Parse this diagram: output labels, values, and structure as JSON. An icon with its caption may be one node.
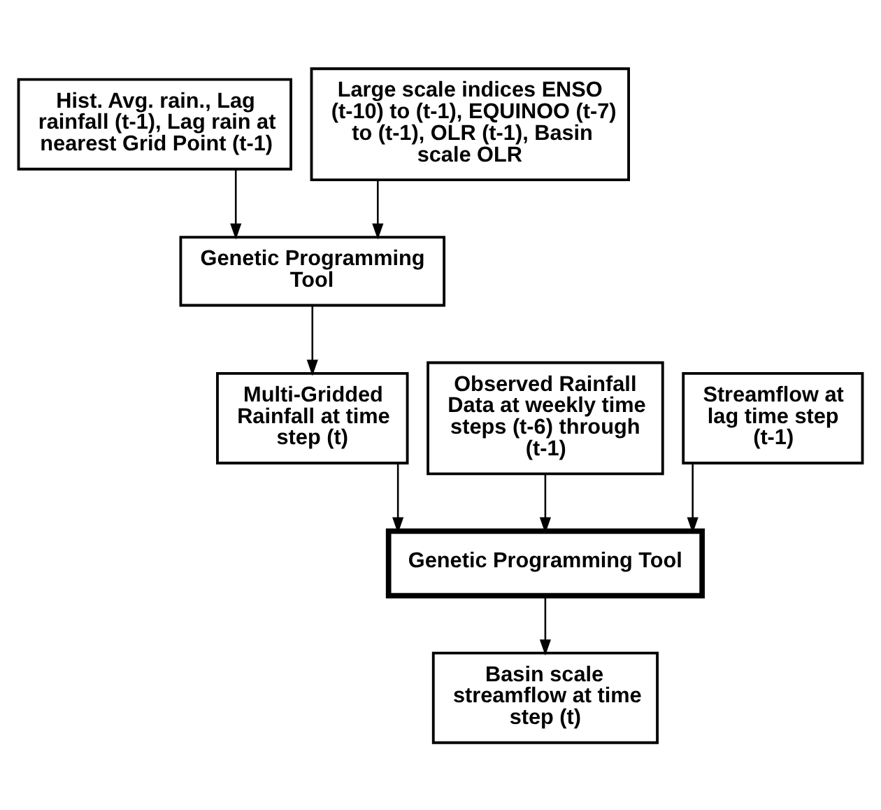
{
  "diagram": {
    "nodes": [
      {
        "text": [
          "Hist. Avg. rain., Lag rainfall (t-1), Lag rain at nearest Grid Point (t-1)"
        ]
      },
      {
        "text": [
          "Large scale indices ENSO (t-10) to (t-1), EQUINOO (t-7) to (t-1), OLR (t-1), Basin scale OLR"
        ]
      },
      {
        "text": [
          "Genetic Programming Tool"
        ]
      },
      {
        "text": [
          "Observed Rainfall Data at weekly time steps (t-6) through (t-1)"
        ]
      },
      {
        "text": [
          "Multi-Gridded Rainfall at time step (t)"
        ]
      },
      {
        "text": [
          "Streamflow at lag time step (t-1)"
        ]
      },
      {
        "text": [
          "Genetic Programming Tool"
        ]
      },
      {
        "text": [
          "Basin scale streamflow at time step (t)"
        ]
      }
    ],
    "edges": [
      {
        "from": 0,
        "to": 2,
        "arrow": "to"
      },
      {
        "from": 1,
        "to": 2,
        "arrow": "to"
      },
      {
        "from": 2,
        "to": 4,
        "arrow": "to"
      },
      {
        "from": 3,
        "to": 6,
        "arrow": "to"
      },
      {
        "from": 4,
        "to": 6,
        "arrow": "to"
      },
      {
        "from": 5,
        "to": 6,
        "arrow": "to"
      },
      {
        "from": 6,
        "to": 7,
        "arrow": "to"
      }
    ]
  }
}
